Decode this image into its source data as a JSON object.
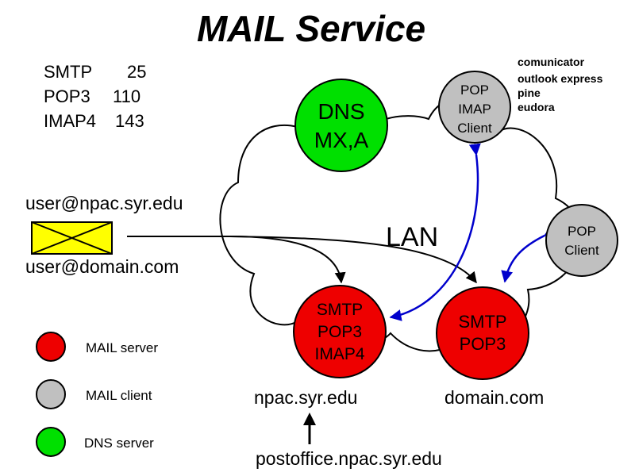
{
  "title": "MAIL Service",
  "ports": [
    {
      "protocol": "SMTP",
      "port": "25"
    },
    {
      "protocol": "POP3",
      "port": "110"
    },
    {
      "protocol": "IMAP4",
      "port": "143"
    }
  ],
  "addresses": {
    "top": "user@npac.syr.edu",
    "bottom": "user@domain.com"
  },
  "network_label": "LAN",
  "nodes": {
    "dns": {
      "line1": "DNS",
      "line2": "MX,A",
      "color": "#00e000"
    },
    "pop_imap_client": {
      "line1": "POP",
      "line2": "IMAP",
      "line3": "Client",
      "color": "#c0c0c0"
    },
    "pop_client": {
      "line1": "POP",
      "line2": "Client",
      "color": "#c0c0c0"
    },
    "npac_server": {
      "line1": "SMTP",
      "line2": "POP3",
      "line3": "IMAP4",
      "color": "#ee0000"
    },
    "domain_server": {
      "line1": "SMTP",
      "line2": "POP3",
      "color": "#ee0000"
    }
  },
  "client_software": [
    "comunicator",
    "outlook express",
    "pine",
    "eudora"
  ],
  "domains": {
    "npac": "npac.syr.edu",
    "domain": "domain.com",
    "postoffice": "postoffice.npac.syr.edu"
  },
  "legend": [
    {
      "label": "MAIL server",
      "color": "#ee0000"
    },
    {
      "label": "MAIL client",
      "color": "#c0c0c0"
    },
    {
      "label": "DNS server",
      "color": "#00e000"
    }
  ],
  "colors": {
    "envelope": "#ffff00",
    "client_arrow": "#0000cc"
  }
}
